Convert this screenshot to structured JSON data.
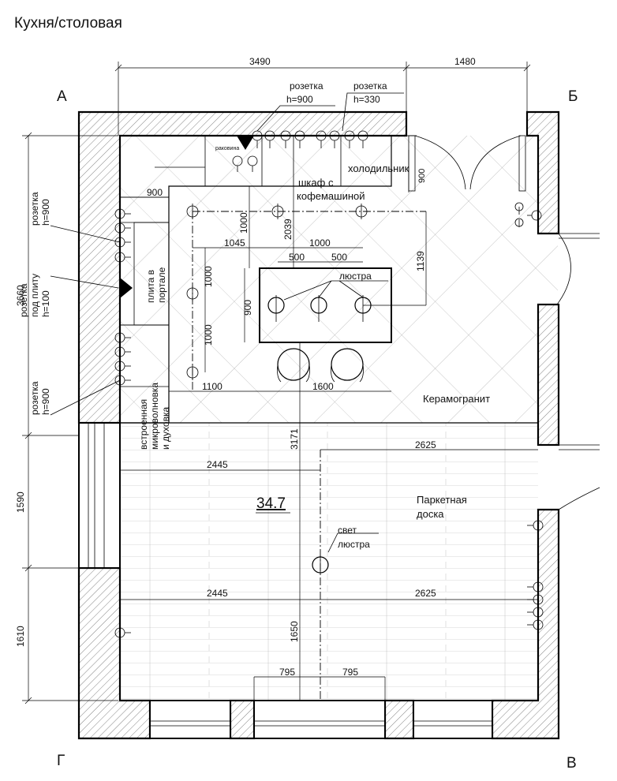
{
  "title": "Кухня/столовая",
  "corners": {
    "a": "А",
    "b": "Б",
    "v": "В",
    "g": "Г"
  },
  "area": "34.7",
  "dimensions": {
    "top_left": "3490",
    "top_right": "1480",
    "left_top": "3660",
    "left_mid": "1590",
    "left_bottom": "1610",
    "d900_counter": "900",
    "d1000_v1": "1000",
    "d2039": "2039",
    "d1045": "1045",
    "d1000_h": "1000",
    "d500_a": "500",
    "d500_b": "500",
    "d1000_v2": "1000",
    "d1000_v3": "1000",
    "d900_island": "900",
    "d1139": "1139",
    "d1100": "1100",
    "d1600": "1600",
    "d3171": "3171",
    "d2625_top": "2625",
    "d2445_top": "2445",
    "d2445_bottom": "2445",
    "d2625_bottom": "2625",
    "d1650": "1650",
    "d795_a": "795",
    "d795_b": "795",
    "d900_door": "900"
  },
  "labels": {
    "socket_900_top": [
      "розетка",
      "h=900"
    ],
    "socket_330_top": [
      "розетка",
      "h=330"
    ],
    "sink": "раковина",
    "fridge": "холодильник",
    "coffee_cabinet": [
      "шкаф с",
      "кофемашиной"
    ],
    "socket_left_top": [
      "розетка",
      "h=900"
    ],
    "socket_stove": [
      "розетка",
      "под плиту",
      "h=100"
    ],
    "socket_left_bottom": [
      "розетка",
      "h=900"
    ],
    "stove_portal": [
      "плита в",
      "портале"
    ],
    "chandelier": "люстра",
    "builtin": [
      "встроенная",
      "микроволновка",
      "и духовка"
    ],
    "tile": "Керамогранит",
    "parquet": [
      "Паркетная",
      "доска"
    ],
    "chandelier_light": [
      "свет",
      "люстра"
    ]
  }
}
